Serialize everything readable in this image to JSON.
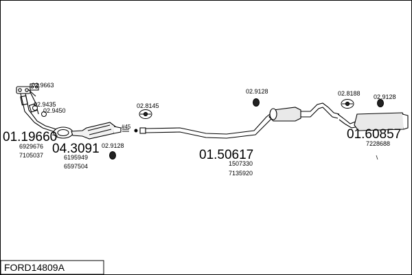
{
  "diagram": {
    "title": "FORD14809A",
    "parts": [
      {
        "id": "front_pipe",
        "number": "01.19660",
        "oem": [
          "6929676",
          "7105037"
        ]
      },
      {
        "id": "catalyst",
        "number": "04.3091",
        "oem": [
          "6195949",
          "6597504"
        ]
      },
      {
        "id": "centre_silencer",
        "number": "01.50617",
        "oem": [
          "1507330",
          "7135920"
        ]
      },
      {
        "id": "rear_silencer",
        "number": "01.60857",
        "oem": [
          "7228688"
        ]
      }
    ],
    "fittings": {
      "f1": "02.9663",
      "f2": "02.9435",
      "f3": "02.9450",
      "f4": "02.9128",
      "f5": "02.8145",
      "f6": "02.9128",
      "f7": "02.8188",
      "f8": "02.9128",
      "f9": "#45"
    }
  }
}
